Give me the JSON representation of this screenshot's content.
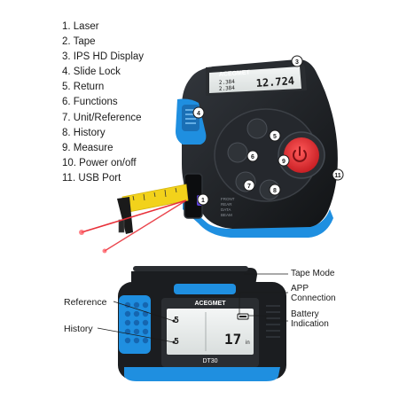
{
  "features": [
    "1. Laser",
    "2. Tape",
    "3. IPS HD Display",
    "4. Slide Lock",
    "5. Return",
    "6. Functions",
    "7. Unit/Reference",
    "8. History",
    "9. Measure",
    "10. Power on/off",
    "11. USB Port"
  ],
  "device": {
    "brand": "ACEGMET",
    "model": "DT30",
    "top_display": {
      "main": "12.724",
      "row1": "2.384",
      "row2": "2.384"
    },
    "front_display": {
      "left_top": "5",
      "left_bottom": "5",
      "right_main": "17",
      "unit": "in"
    },
    "side_engraving": [
      "FRONT",
      "REAR",
      "DATA",
      "BEAM"
    ]
  },
  "callout_numbers": [
    "1",
    "3",
    "4",
    "5",
    "6",
    "7",
    "8",
    "9",
    "11"
  ],
  "callouts": {
    "tape_mode": "Tape Mode",
    "app_connection_1": "APP",
    "app_connection_2": "Connection",
    "battery_1": "Battery",
    "battery_2": "Indication",
    "reference": "Reference",
    "history": "History"
  },
  "colors": {
    "accent_blue": "#1f8fe0",
    "body_black": "#1b1d20",
    "button_red": "#e23b3b",
    "tape_yellow": "#f2d21b",
    "laser_red": "#e8313a"
  }
}
